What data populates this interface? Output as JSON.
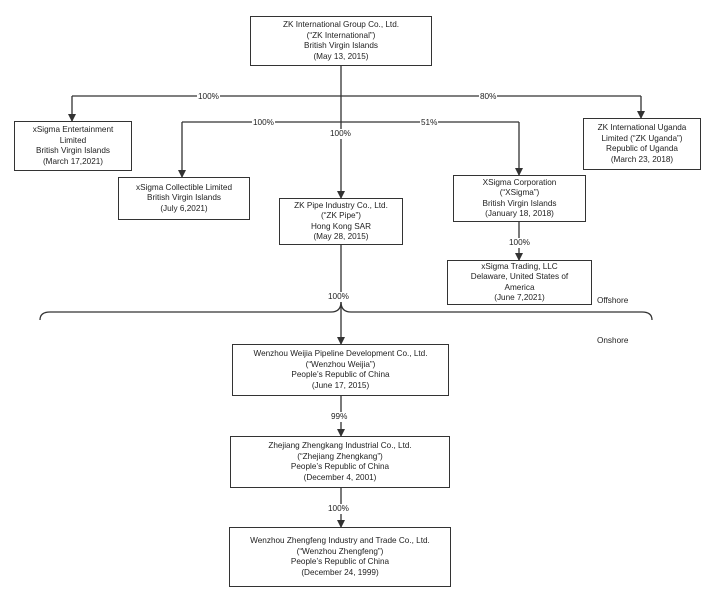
{
  "entities": {
    "zk_group": [
      "ZK International Group Co., Ltd.",
      "(“ZK International”)",
      "British Virgin Islands",
      "(May 13, 2015)"
    ],
    "xsigma_ent": [
      "xSigma Entertainment",
      "Limited",
      "British Virgin Islands",
      "(March 17,2021)"
    ],
    "xsigma_coll": [
      "xSigma Collectible Limited",
      "British Virgin Islands",
      "(July 6,2021)"
    ],
    "zk_pipe": [
      "ZK Pipe Industry Co., Ltd.",
      "(“ZK Pipe”)",
      "Hong Kong SAR",
      "(May 28, 2015)"
    ],
    "xsigma_corp": [
      "XSigma Corporation",
      "(“XSigma”)",
      "British Virgin Islands",
      "(January 18, 2018)"
    ],
    "zk_uganda": [
      "ZK International Uganda",
      "Limited (“ZK Uganda”)",
      "Republic of Uganda",
      "(March 23, 2018)"
    ],
    "xsigma_trading": [
      "xSigma Trading, LLC",
      "Delaware, United States of",
      "America",
      "(June 7,2021)"
    ],
    "wenzhou_weijia": [
      "Wenzhou Weijia Pipeline Development Co., Ltd.",
      "(“Wenzhou Weijia”)",
      "People’s Republic of China",
      "(June 17, 2015)"
    ],
    "zhejiang_zhengkang": [
      "Zhejiang Zhengkang Industrial Co., Ltd.",
      "(“Zhejiang Zhengkang”)",
      "People’s Republic of China",
      "(December 4, 2001)"
    ],
    "wenzhou_zhengfeng": [
      "Wenzhou Zhengfeng Industry and Trade Co., Ltd.",
      "(“Wenzhou Zhengfeng”)",
      "People’s Republic of China",
      "(December 24, 1999)"
    ]
  },
  "ownership": {
    "to_xsigma_ent": "100%",
    "to_zk_uganda": "80%",
    "to_xsigma_coll": "100%",
    "to_zk_pipe": "100%",
    "to_xsigma_corp": "51%",
    "to_xsigma_trading": "100%",
    "to_wenzhou_weijia": "100%",
    "to_zhejiang_zhengkang": "99%",
    "to_wenzhou_zhengfeng": "100%"
  },
  "regions": {
    "offshore": "Offshore",
    "onshore": "Onshore"
  },
  "colors": {
    "line": "#333333",
    "box_border": "#333333"
  }
}
